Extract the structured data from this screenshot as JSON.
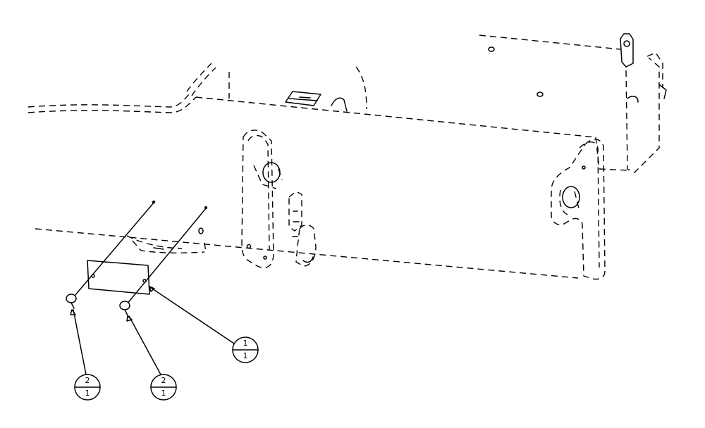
{
  "diagram": {
    "balloons": [
      {
        "item": "2",
        "qty": "1"
      },
      {
        "item": "2",
        "qty": "1"
      },
      {
        "item": "1",
        "qty": "1"
      }
    ]
  }
}
